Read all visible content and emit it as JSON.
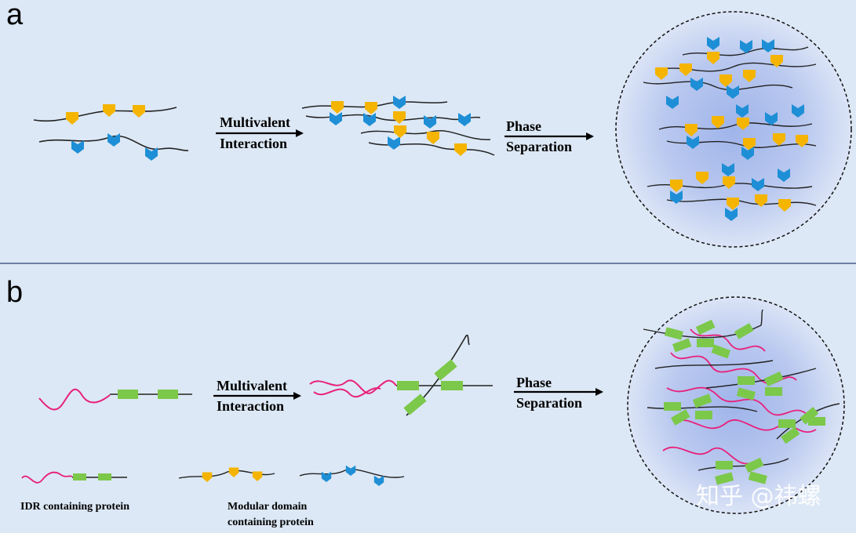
{
  "panel_a": {
    "letter": "a",
    "arrow1_label": [
      "Multivalent",
      "Interaction"
    ],
    "arrow2_label": [
      "Phase",
      "Separation"
    ]
  },
  "panel_b": {
    "letter": "b",
    "arrow1_label": [
      "Multivalent",
      "Interaction"
    ],
    "arrow2_label": [
      "Phase",
      "Separation"
    ]
  },
  "legend": {
    "idr_label": "IDR containing protein",
    "modular_label": [
      "Modular domain",
      "containing protein"
    ]
  },
  "watermark": "知乎 @祎螺",
  "colors": {
    "background": "#dce8f5",
    "divider": "#2c3e70",
    "chain": "#222222",
    "yellow_domain": "#f4b400",
    "blue_domain": "#1e8fd6",
    "green_domain": "#7cc84a",
    "idr_pink": "#e8207a",
    "droplet_center": "#9fb4ea",
    "droplet_edge": "#dbe4f6"
  }
}
